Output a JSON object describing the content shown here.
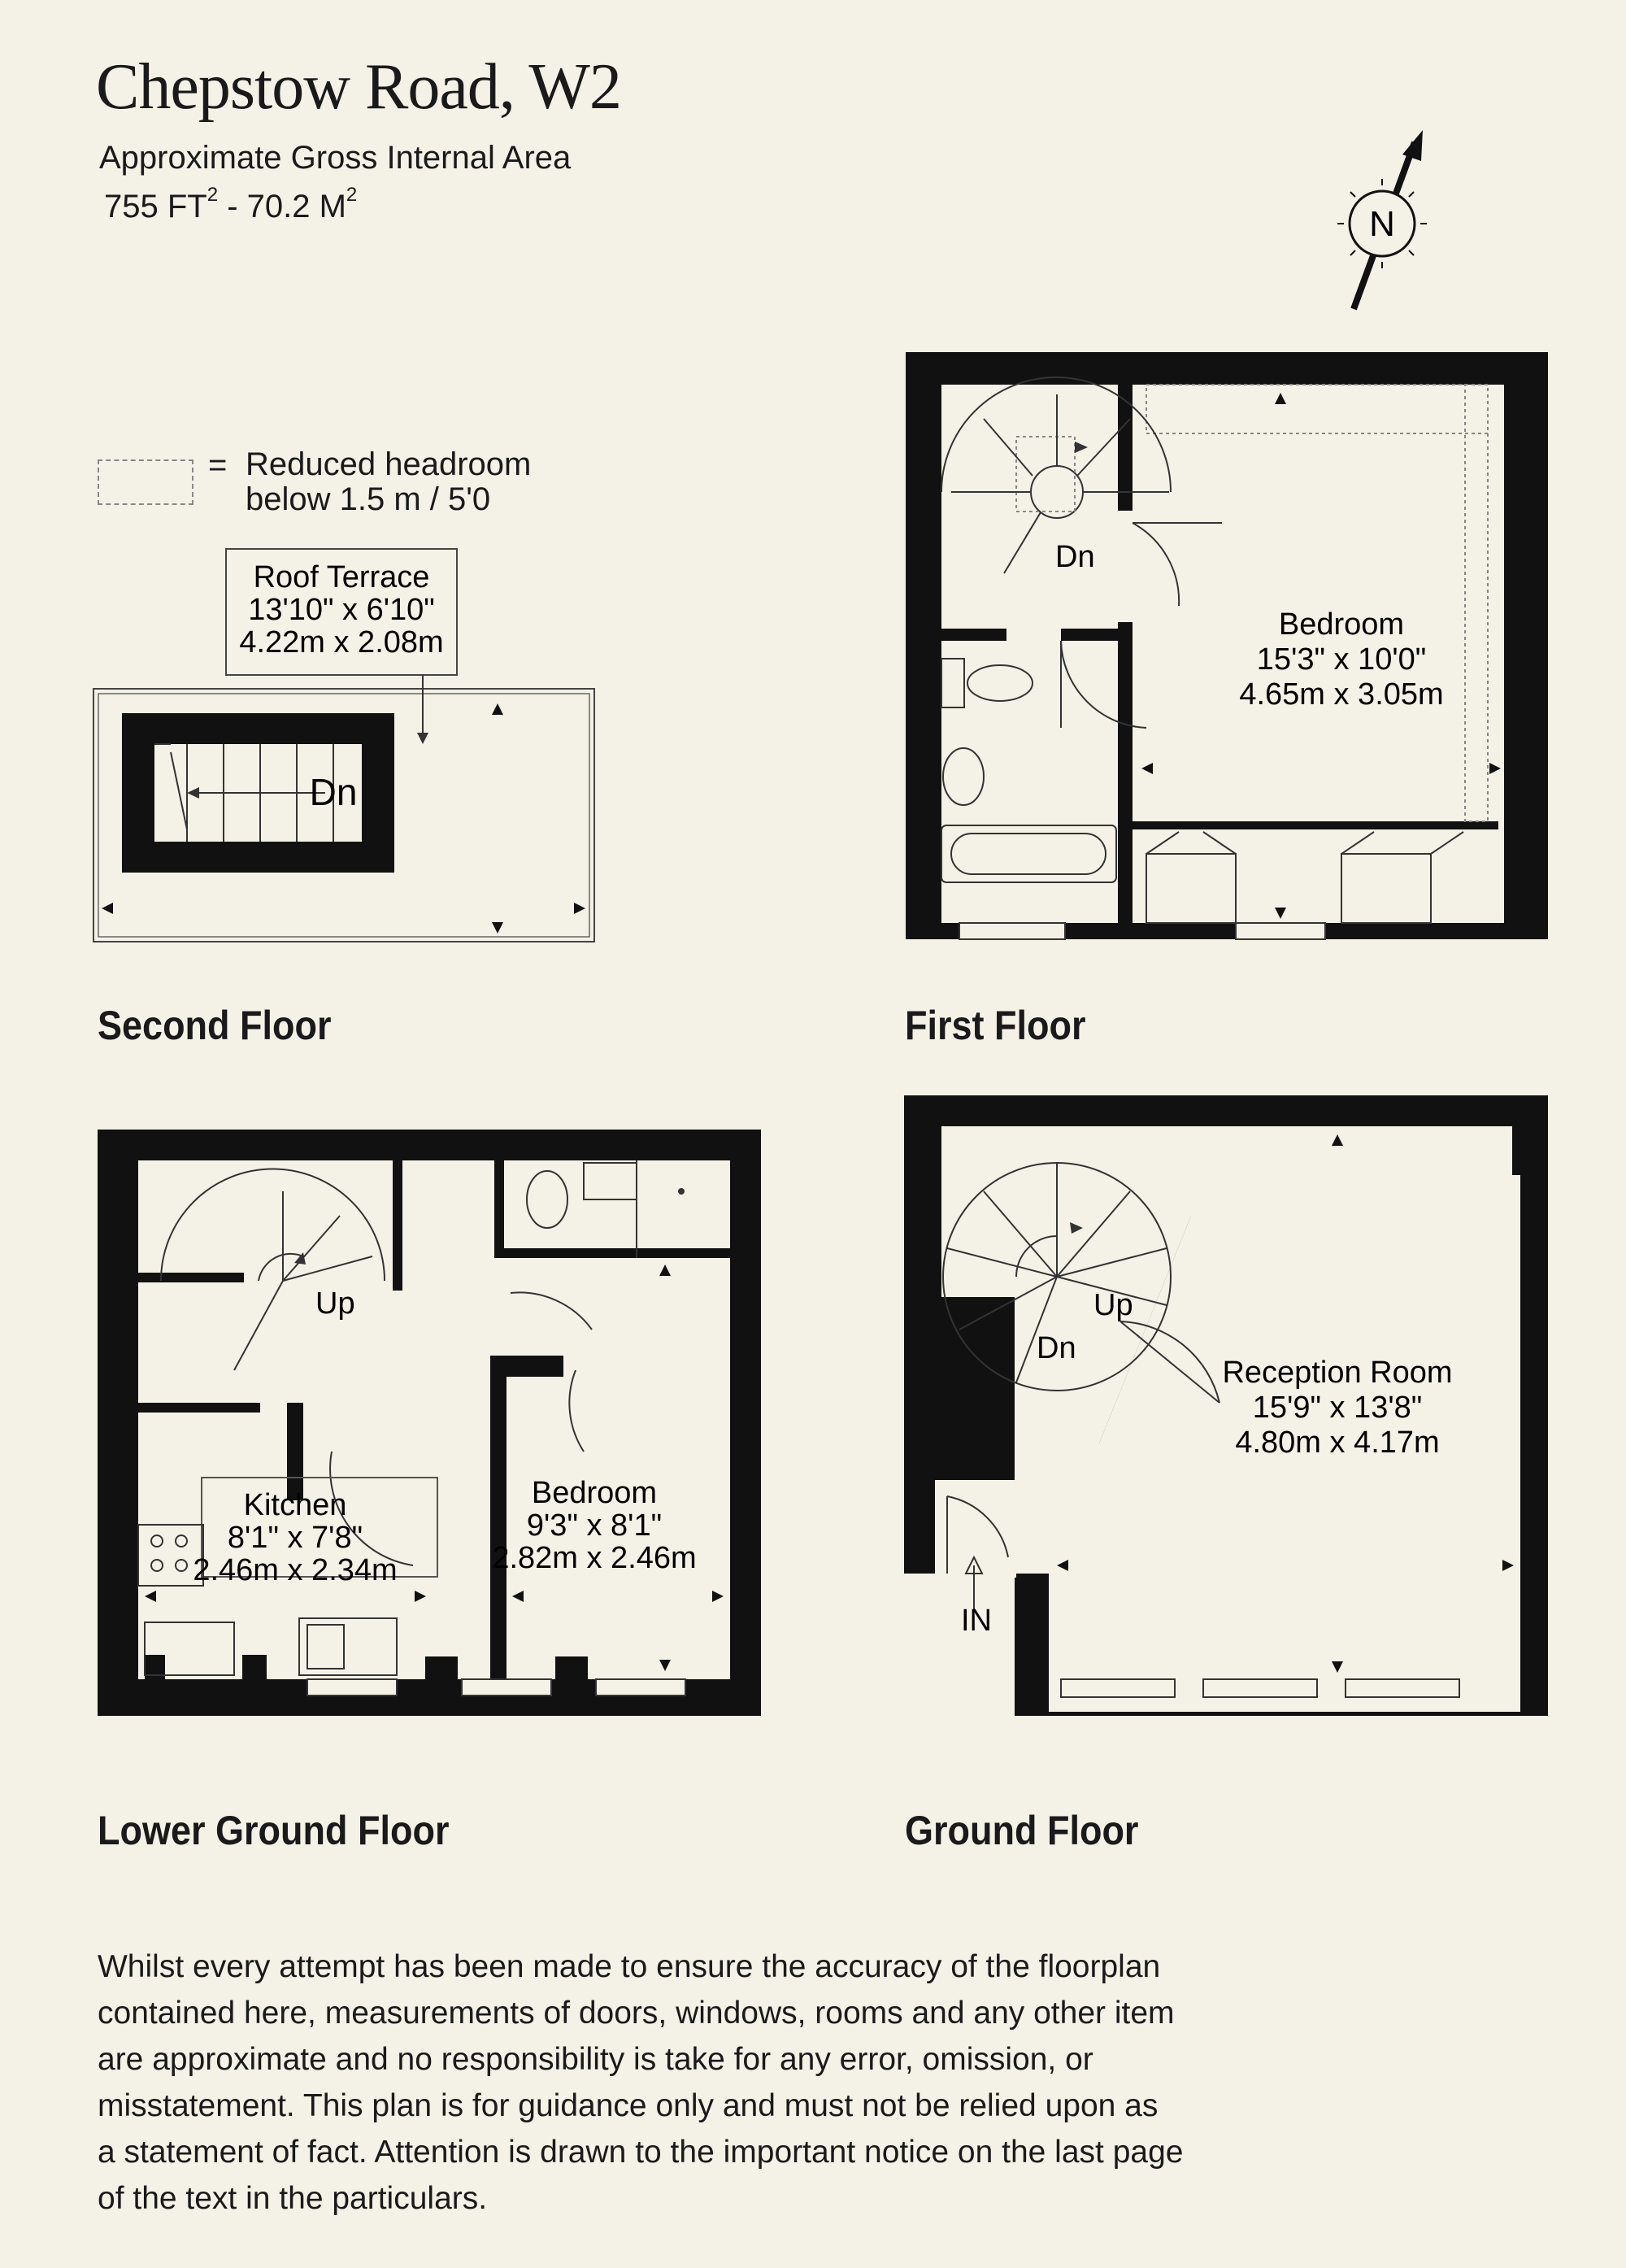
{
  "header": {
    "title": "Chepstow Road, W2",
    "subtitle": "Approximate Gross Internal Area",
    "area_ft_value": "755 FT",
    "area_ft_sup": "2",
    "area_m_value": "- 70.2 M",
    "area_m_sup": "2"
  },
  "compass": {
    "label": "N"
  },
  "legend": {
    "equals": "=",
    "line1": "Reduced headroom",
    "line2": "below 1.5 m / 5'0"
  },
  "floors": {
    "second": {
      "label": "Second Floor",
      "room_name": "Roof Terrace",
      "room_dim_imperial": "13'10\" x 6'10\"",
      "room_dim_metric": "4.22m x 2.08m",
      "stair_label": "Dn"
    },
    "first": {
      "label": "First Floor",
      "stair_label": "Dn",
      "room_name": "Bedroom",
      "room_dim_imperial": "15'3\" x 10'0\"",
      "room_dim_metric": "4.65m x 3.05m"
    },
    "lower_ground": {
      "label": "Lower Ground Floor",
      "stair_label": "Up",
      "kitchen_name": "Kitchen",
      "kitchen_dim_imperial": "8'1\" x 7'8\"",
      "kitchen_dim_metric": "2.46m x 2.34m",
      "bedroom_name": "Bedroom",
      "bedroom_dim_imperial": "9'3\" x 8'1\"",
      "bedroom_dim_metric": "2.82m x 2.46m"
    },
    "ground": {
      "label": "Ground Floor",
      "stair_up": "Up",
      "stair_down": "Dn",
      "entrance": "IN",
      "room_name": "Reception Room",
      "room_dim_imperial": "15'9\" x 13'8\"",
      "room_dim_metric": "4.80m x 4.17m"
    }
  },
  "disclaimer": {
    "line1": "Whilst every attempt has been made to ensure the accuracy of the floorplan",
    "line2": "contained here, measurements of doors, windows, rooms and any other item",
    "line3": "are approximate and no responsibility is take for any error, omission, or",
    "line4": "misstatement. This plan is for guidance only and must not be relied upon as",
    "line5": "a statement of fact. Attention is drawn to the important notice on the last page",
    "line6": "of the text in the particulars."
  },
  "colors": {
    "background": "#f4f2e6",
    "wall": "#111111",
    "line": "#333333"
  }
}
